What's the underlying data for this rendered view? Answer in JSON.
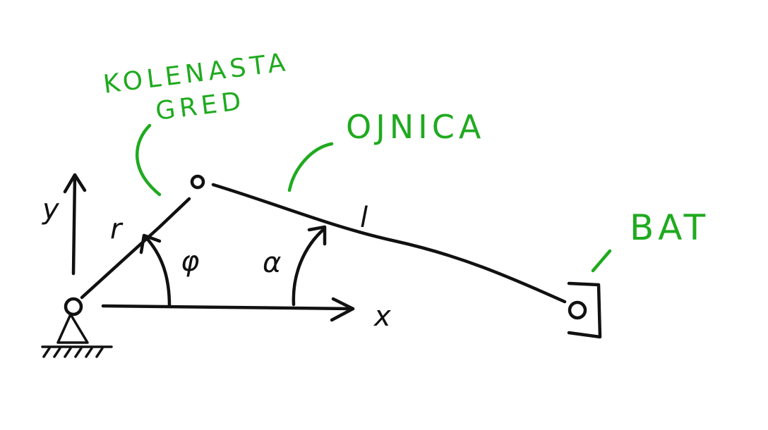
{
  "labels": {
    "crank_label": "KOLENASTA",
    "crank_label_line2": "GRED",
    "rod_label": "OJNICA",
    "slider_label": "BAT",
    "axis_y": "y",
    "axis_x": "x",
    "crank_length": "r",
    "rod_length": "l",
    "crank_angle": "φ",
    "rod_angle": "α"
  },
  "colors": {
    "ink": "#111111",
    "annotation": "#1faa1f",
    "background": "#ffffff"
  }
}
